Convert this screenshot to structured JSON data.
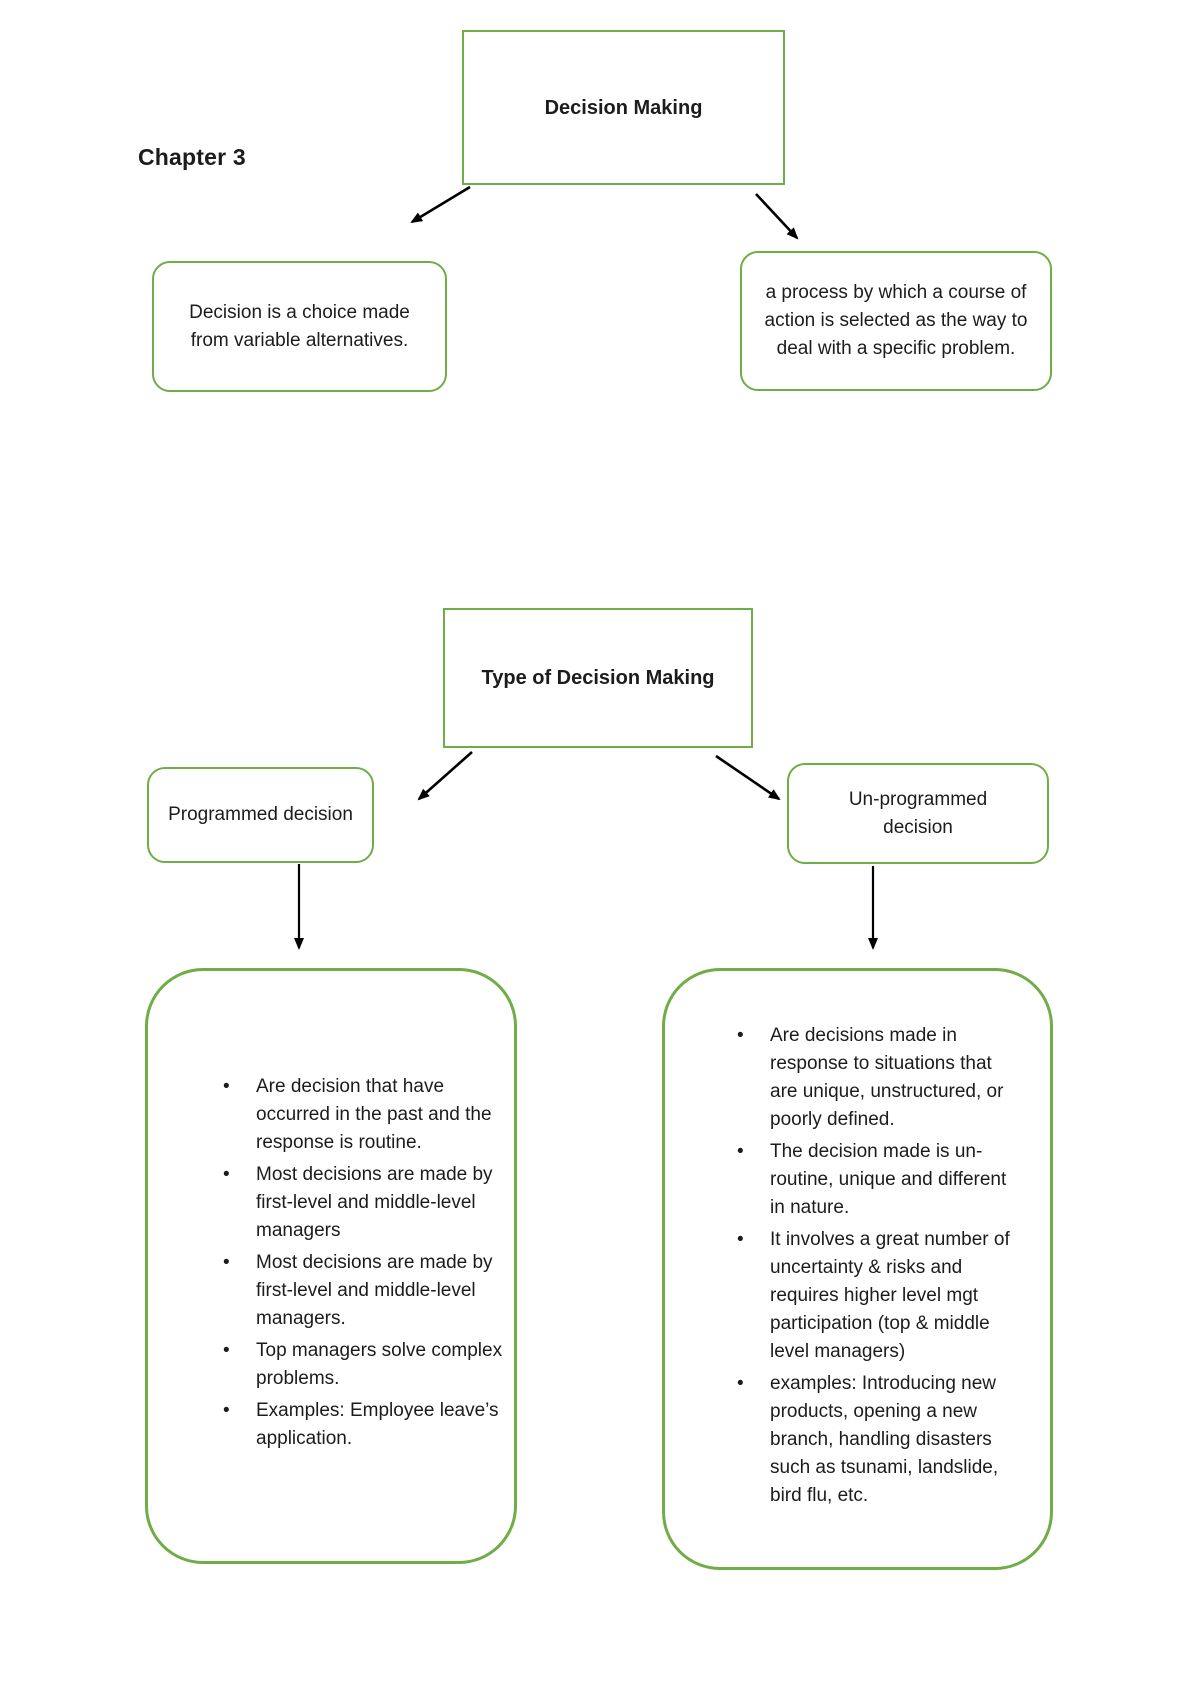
{
  "colors": {
    "green": "#70AD47",
    "ink": "#1c1c1c",
    "arrow": "#000000"
  },
  "chapter_label": "Chapter 3",
  "decision_making": {
    "title": "Decision Making",
    "definition_left": "Decision is a choice made\nfrom variable alternatives.",
    "definition_right": "a process by which a course of\naction is selected as the way to\ndeal with a specific problem."
  },
  "type_of_decision_making": {
    "title": "Type of Decision Making",
    "programmed": {
      "label": "Programmed decision",
      "bullets": [
        "Are decision that have occurred in the past and the response is routine.",
        "Most decisions are made by first-level and middle-level managers",
        "Most decisions are made by first-level and middle-level managers.",
        "Top managers solve complex problems.",
        "Examples: Employee leave’s application."
      ]
    },
    "unprogrammed": {
      "label": "Un-programmed\ndecision",
      "bullets": [
        "Are decisions made in response to situations that are unique, unstructured, or poorly defined.",
        "The decision made is un-routine, unique and different in nature.",
        "It involves a great number of uncertainty & risks and requires higher level mgt participation (top & middle level managers)",
        "examples: Introducing new products, opening a new branch, handling disasters such as tsunami, landslide, bird flu, etc."
      ]
    }
  }
}
